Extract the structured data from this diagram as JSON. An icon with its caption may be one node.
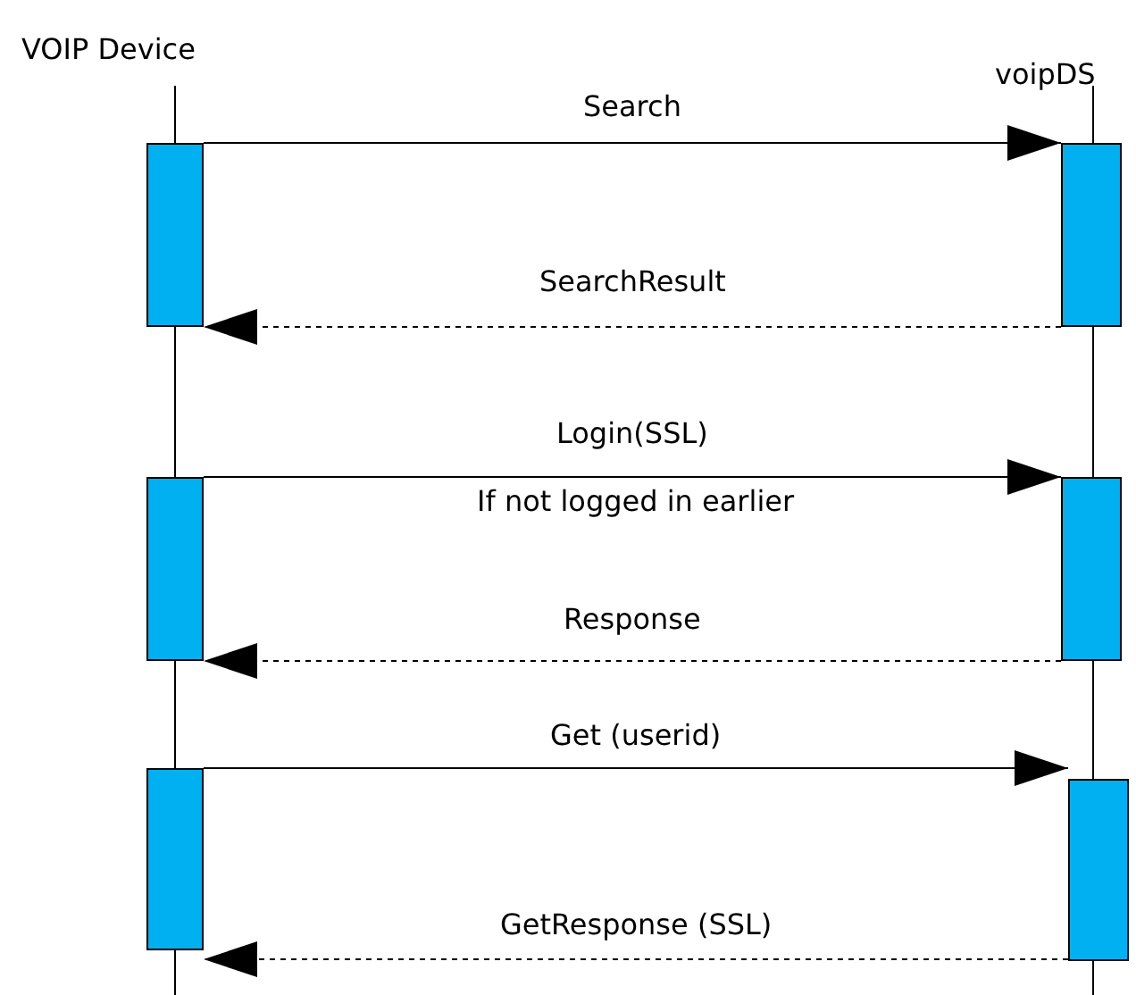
{
  "diagram": {
    "nodes": [
      {
        "text": [
          "VOIP Device"
        ]
      },
      {
        "text": [
          "voipDS"
        ]
      },
      {
        "text": [],
        "shape": "bar"
      },
      {
        "text": [],
        "shape": "bar"
      },
      {
        "text": [],
        "shape": "bar"
      },
      {
        "text": [],
        "shape": "bar"
      },
      {
        "text": [],
        "shape": "bar"
      },
      {
        "text": [],
        "shape": "bar"
      }
    ],
    "edges": [
      {
        "from": 2,
        "to": 3,
        "arrow": "to",
        "label": "Search"
      },
      {
        "from": 3,
        "to": 2,
        "arrow": "to",
        "label": "SearchResult",
        "style": "dashed"
      },
      {
        "from": 4,
        "to": 5,
        "arrow": "to",
        "label": "Login(SSL)"
      },
      {
        "from": 5,
        "to": 4,
        "arrow": "to",
        "label": "Response",
        "style": "dashed"
      },
      {
        "from": 6,
        "to": 7,
        "arrow": "to",
        "label": "Get (userid)"
      },
      {
        "from": 7,
        "to": 6,
        "arrow": "to",
        "label": "GetResponse (SSL)",
        "style": "dashed"
      }
    ],
    "labels": [
      "If not logged in earlier"
    ]
  }
}
